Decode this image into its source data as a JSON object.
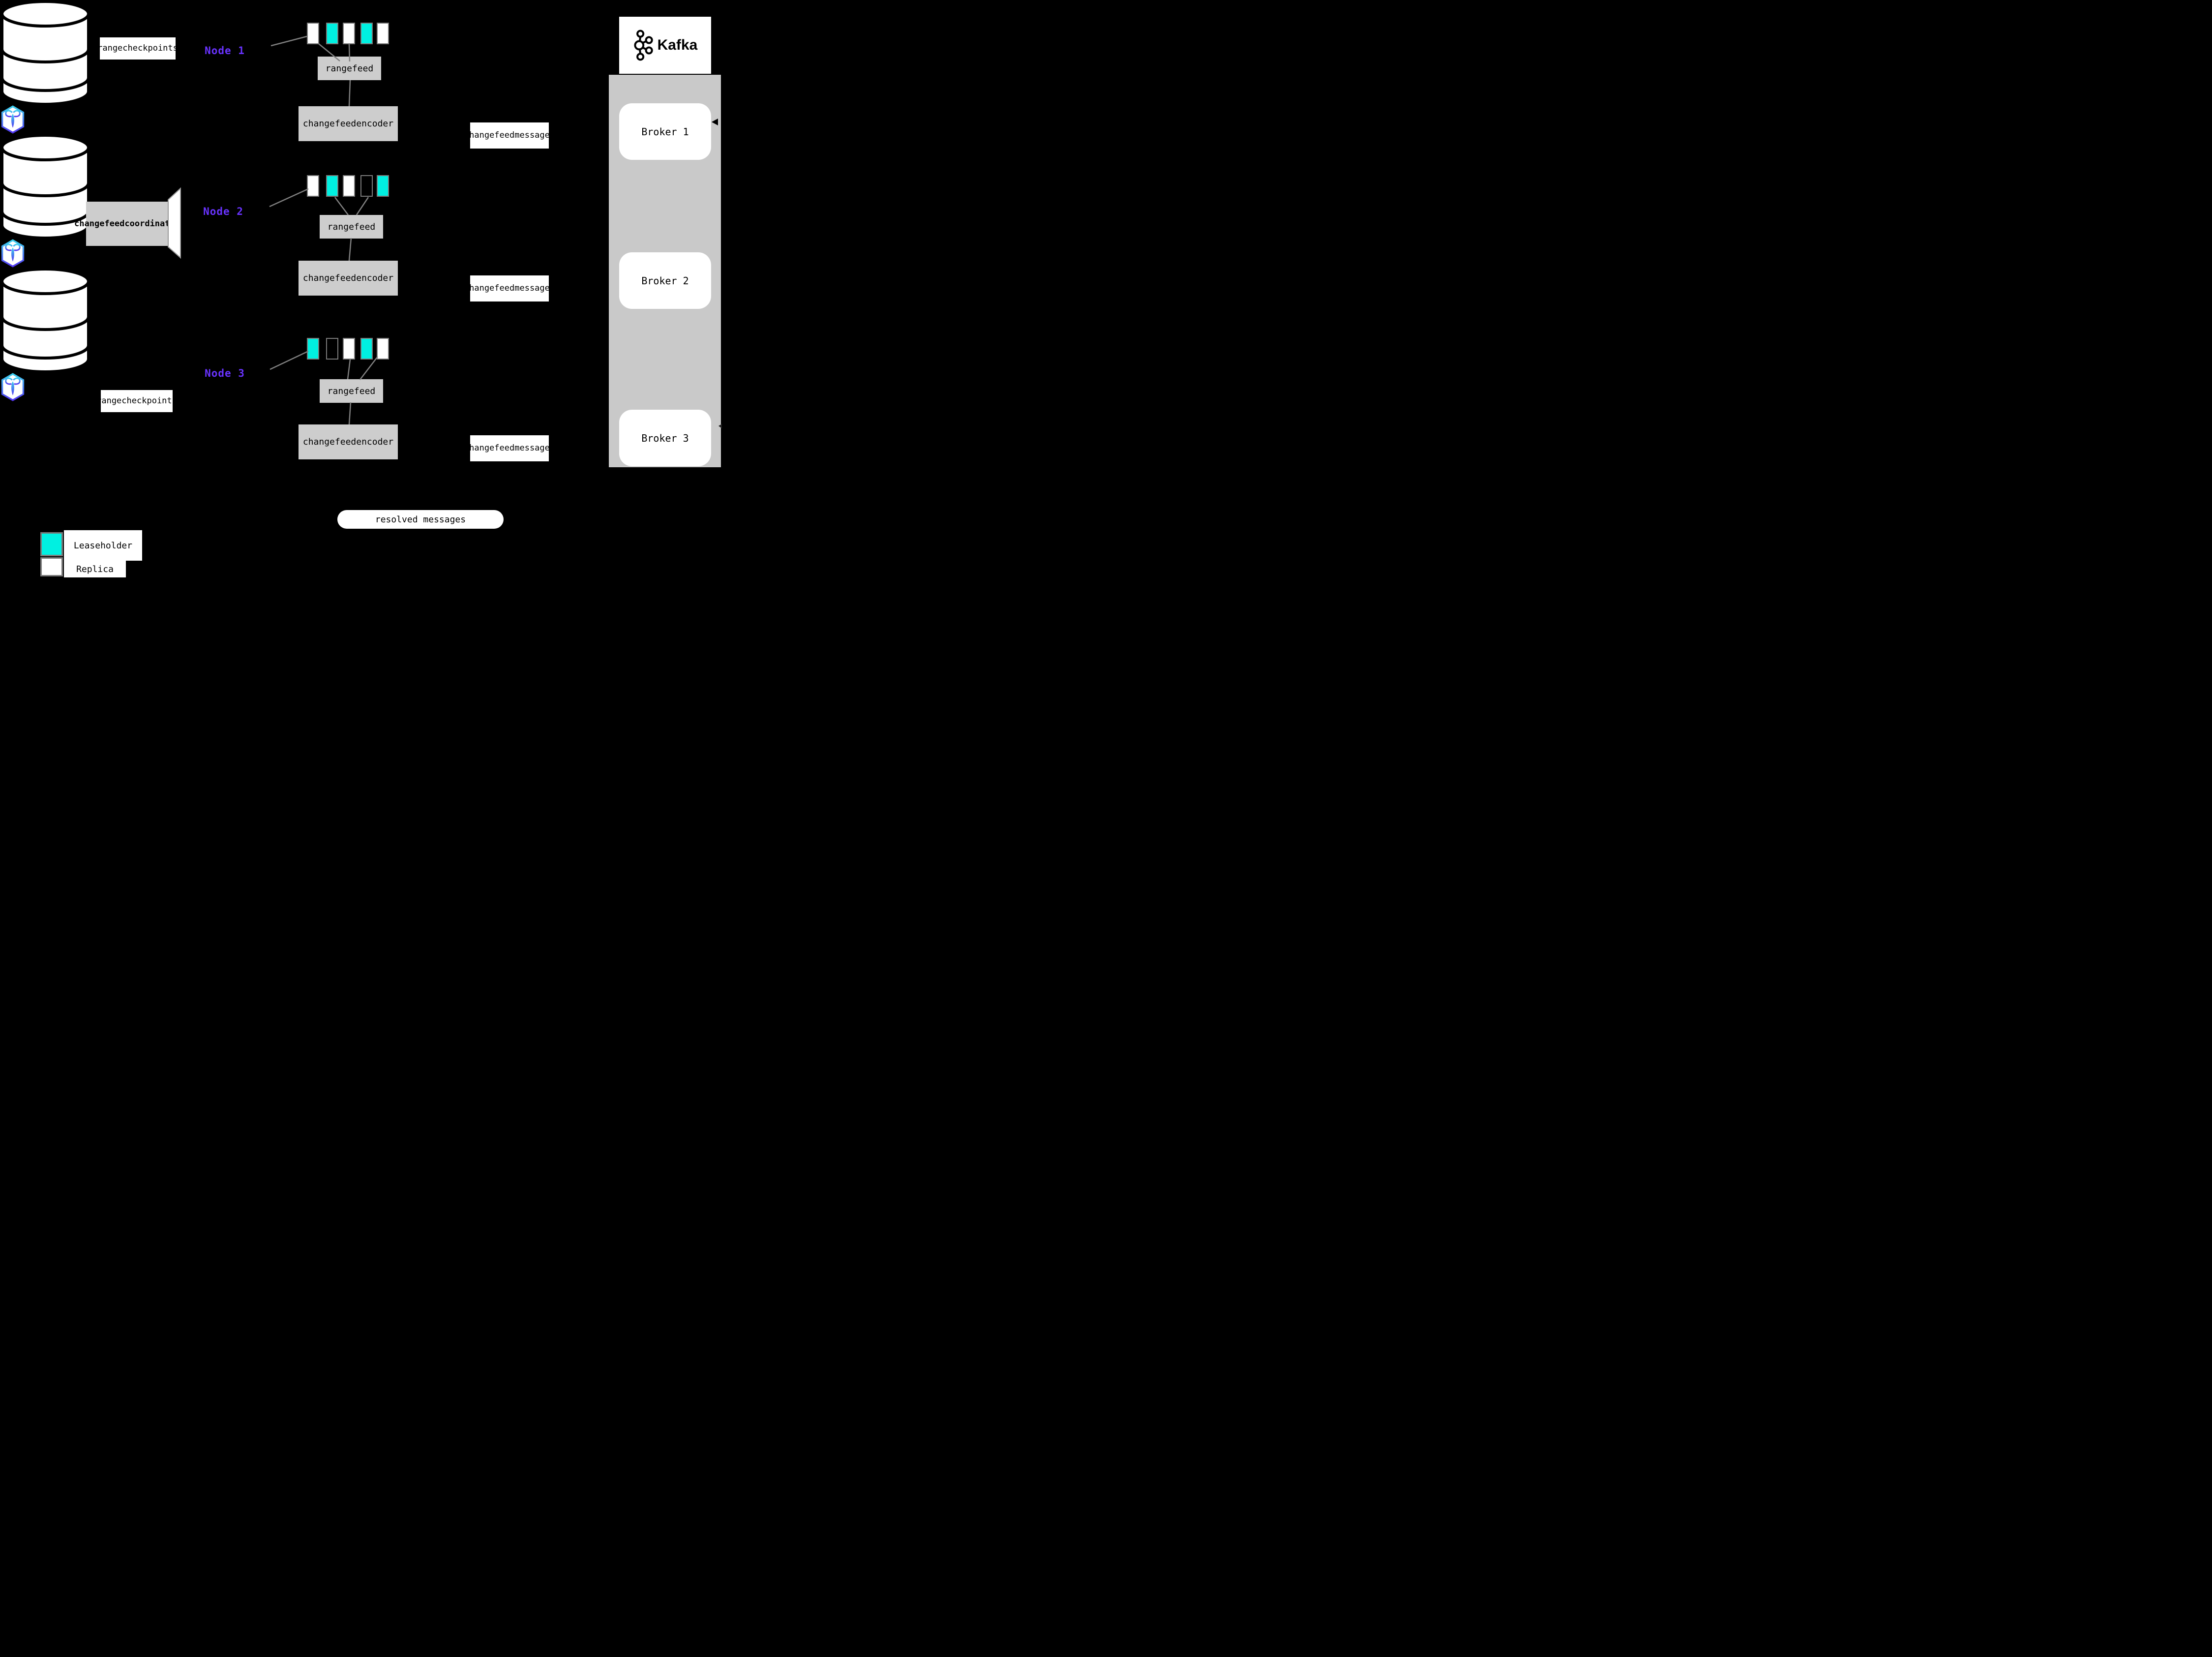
{
  "diagram": "changefeed-architecture",
  "nodes": [
    {
      "label": "Node 1",
      "side_label_lines": [
        "range",
        "checkpoints"
      ],
      "rangefeed_label": "rangefeed",
      "encoder_lines": [
        "changefeed",
        "encoder"
      ],
      "messages_lines": [
        "changefeed",
        "messages"
      ],
      "ranges": [
        "replica",
        "leaseholder",
        "replica",
        "leaseholder",
        "replica"
      ]
    },
    {
      "label": "Node 2",
      "coordinator_lines": [
        "changefeed",
        "coordinator"
      ],
      "rangefeed_label": "rangefeed",
      "encoder_lines": [
        "changefeed",
        "encoder"
      ],
      "messages_lines": [
        "changefeed",
        "messages"
      ],
      "ranges": [
        "replica",
        "leaseholder",
        "replica",
        "empty",
        "leaseholder"
      ]
    },
    {
      "label": "Node 3",
      "side_label_lines": [
        "range",
        "checkpoints"
      ],
      "rangefeed_label": "rangefeed",
      "encoder_lines": [
        "changefeed",
        "encoder"
      ],
      "messages_lines": [
        "changefeed",
        "messages"
      ],
      "ranges": [
        "leaseholder",
        "empty",
        "replica",
        "leaseholder",
        "replica"
      ]
    }
  ],
  "kafka": {
    "logo_text": "Kafka",
    "brokers": [
      "Broker 1",
      "Broker 2",
      "Broker 3"
    ]
  },
  "labels": {
    "resolved": "resolved messages"
  },
  "legend": {
    "items": [
      {
        "label": "Leaseholder",
        "color": "#00F0E1"
      },
      {
        "label": "Replica",
        "color": "#FFFFFF"
      }
    ]
  },
  "icons": {
    "node": "database-cylinder-icon",
    "node_badge": "cockroachdb-icon",
    "kafka": "kafka-logo-icon"
  },
  "colors": {
    "leaseholder": "#00F0E1",
    "replica": "#FFFFFF",
    "node_label": "#6933FF",
    "box_gray": "#CDCDCD",
    "kafka_container": "#C9C9C9",
    "connector": "#808080"
  }
}
